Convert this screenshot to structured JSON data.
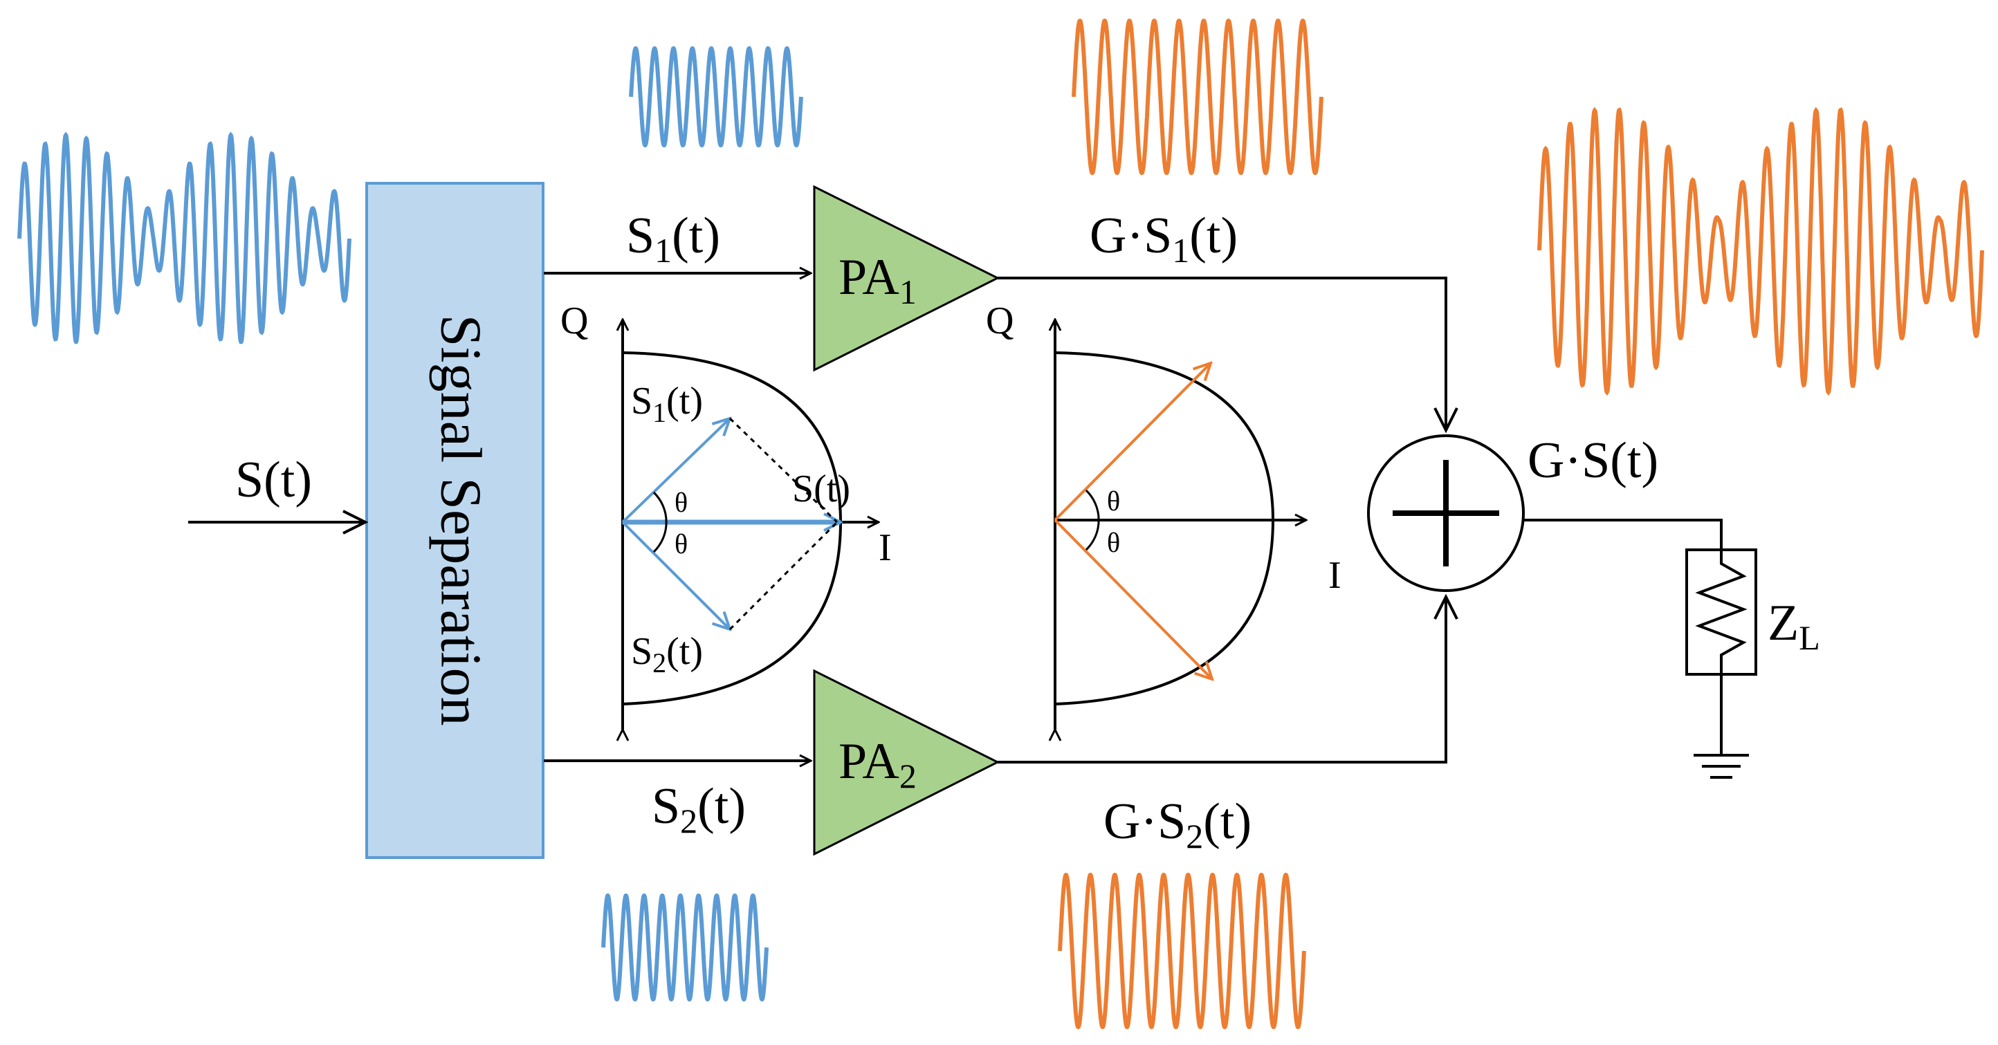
{
  "block": {
    "label": "Signal Separation"
  },
  "input": {
    "label": "S(t)"
  },
  "branch1": {
    "base": "S",
    "sub": "1",
    "tail": "(t)"
  },
  "branch2": {
    "base": "S",
    "sub": "2",
    "tail": "(t)"
  },
  "pa1": {
    "base": "PA",
    "sub": "1"
  },
  "pa2": {
    "base": "PA",
    "sub": "2"
  },
  "out1": {
    "base": "G·S",
    "sub": "1",
    "tail": "(t)"
  },
  "out2": {
    "base": "G·S",
    "sub": "2",
    "tail": "(t)"
  },
  "output": {
    "label": "G·S(t)"
  },
  "load": {
    "base": "Z",
    "sub": "L"
  },
  "phasor_left": {
    "q_axis": "Q",
    "i_axis": "I",
    "s1": {
      "base": "S",
      "sub": "1",
      "tail": "(t)"
    },
    "s2": {
      "base": "S",
      "sub": "2",
      "tail": "(t)"
    },
    "s": "S(t)",
    "theta_top": "θ",
    "theta_bottom": "θ"
  },
  "phasor_right": {
    "q_axis": "Q",
    "i_axis": "I",
    "theta_top": "θ",
    "theta_bottom": "θ"
  },
  "colors": {
    "blue": "#5b9bd5",
    "orange": "#ed7d31",
    "block_fill": "#bdd7ee",
    "pa_fill": "#a9d18e",
    "line": "#000000"
  },
  "icons": {
    "combiner": "plus-combiner-icon",
    "load": "resistor-icon",
    "ground": "ground-icon"
  }
}
